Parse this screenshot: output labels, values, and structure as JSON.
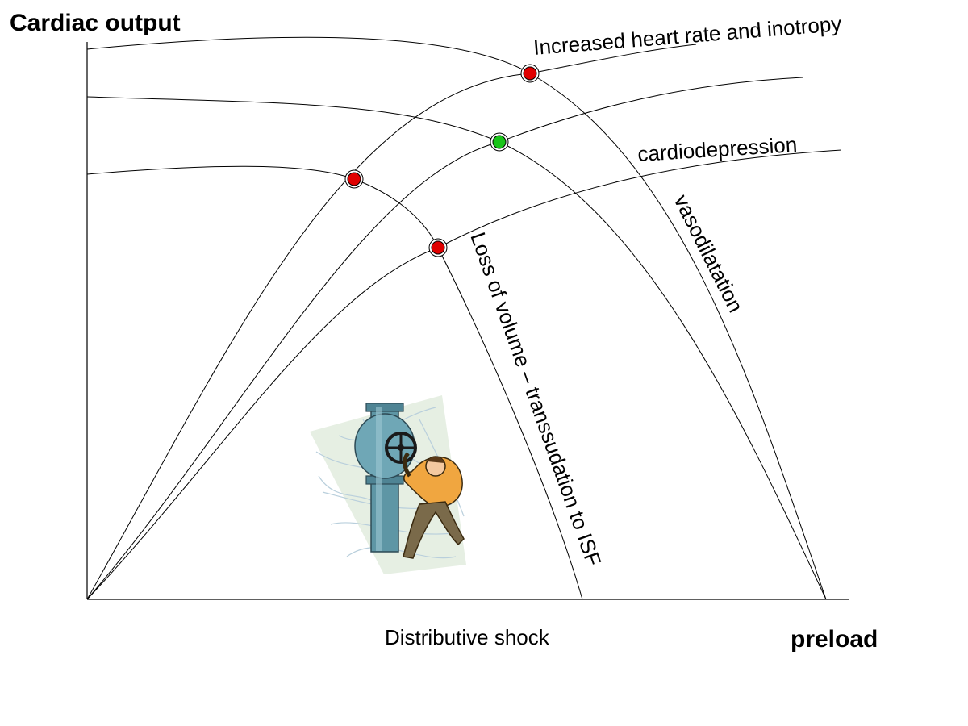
{
  "labels": {
    "y_axis": "Cardiac output",
    "x_axis": "preload",
    "caption": "Distributive shock",
    "increased_hr": "Increased heart rate and inotropy",
    "cardiodepression": "cardiodepression",
    "vasodilatation": "vasodilatation",
    "loss_of_volume": "Loss of volume – transsudation to ISF"
  },
  "points": [
    {
      "id": "increased-hr-point",
      "color": "#e00000"
    },
    {
      "id": "normal-point",
      "color": "#19c419"
    },
    {
      "id": "volume-loss-point",
      "color": "#e00000"
    },
    {
      "id": "cardiodepression-point",
      "color": "#e00000"
    }
  ],
  "illustration": {
    "icon": "valve-worker-icon"
  }
}
